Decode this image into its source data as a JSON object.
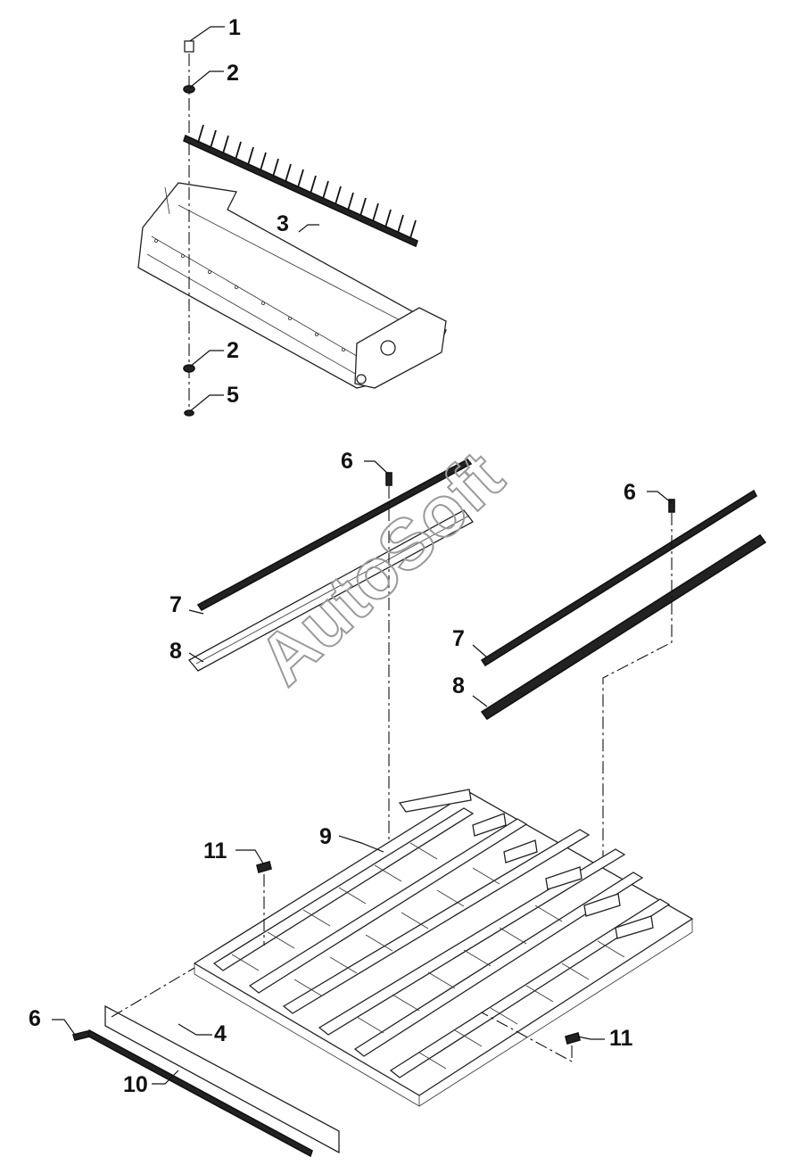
{
  "watermark": "AutoSoft",
  "callouts": [
    {
      "id": "c1",
      "text": "1"
    },
    {
      "id": "c2a",
      "text": "2"
    },
    {
      "id": "c3",
      "text": "3"
    },
    {
      "id": "c2b",
      "text": "2"
    },
    {
      "id": "c5",
      "text": "5"
    },
    {
      "id": "c6a",
      "text": "6"
    },
    {
      "id": "c6b",
      "text": "6"
    },
    {
      "id": "c7a",
      "text": "7"
    },
    {
      "id": "c8a",
      "text": "8"
    },
    {
      "id": "c7b",
      "text": "7"
    },
    {
      "id": "c8b",
      "text": "8"
    },
    {
      "id": "c9",
      "text": "9"
    },
    {
      "id": "c11a",
      "text": "11"
    },
    {
      "id": "c6c",
      "text": "6"
    },
    {
      "id": "c4",
      "text": "4"
    },
    {
      "id": "c11b",
      "text": "11"
    },
    {
      "id": "c10",
      "text": "10"
    }
  ]
}
